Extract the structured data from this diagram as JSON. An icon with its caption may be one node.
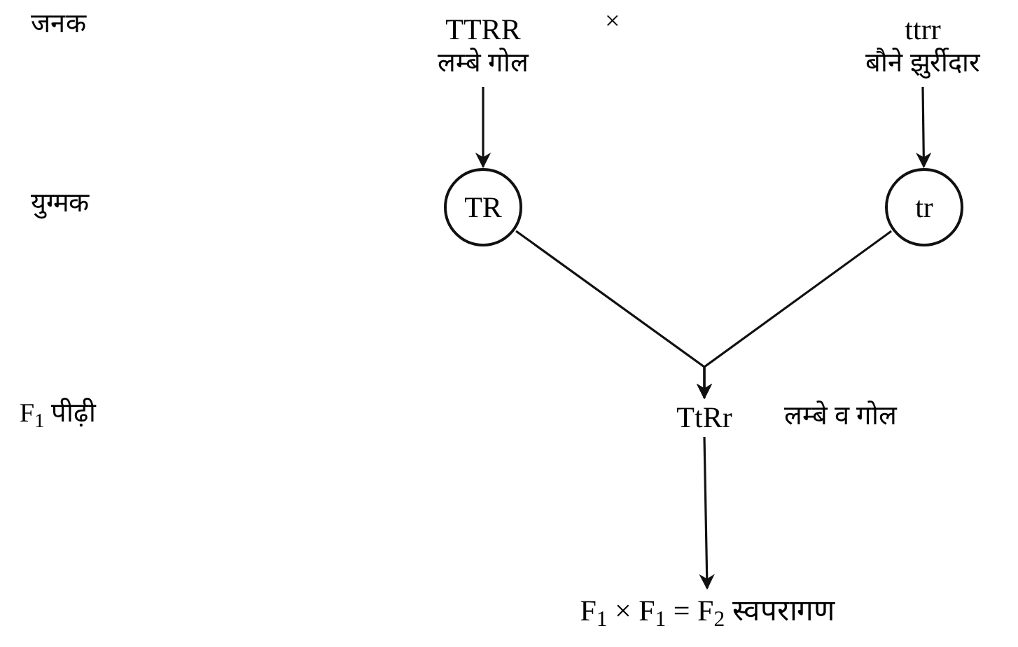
{
  "diagram": {
    "nodes": [
      {
        "text": [
          "TTRR",
          "लम्बे गोल"
        ]
      },
      {
        "text": [
          "ttrr",
          "बौने झुर्रीदार"
        ]
      },
      {
        "text": [
          "TR"
        ]
      },
      {
        "text": [
          "tr"
        ]
      },
      {
        "text": [
          "TtRr"
        ],
        "beside": [
          "लम्बे व गोल"
        ]
      },
      {
        "text": [
          "F$_{1}$ × F$_{1}$ = F$_{2}$ स्वपरागण"
        ]
      }
    ],
    "edges": [
      {
        "from": 0,
        "to": 2,
        "arrow": "to"
      },
      {
        "from": 1,
        "to": 3,
        "arrow": "to"
      },
      {
        "from": 2,
        "to": 4,
        "arrow": "to"
      },
      {
        "from": 3,
        "to": 4,
        "arrow": "to"
      },
      {
        "from": 4,
        "to": 5,
        "arrow": "to"
      }
    ],
    "labels": [
      "जनक",
      "×",
      "युग्मक",
      "F$_{1}$ पीढ़ी"
    ]
  }
}
